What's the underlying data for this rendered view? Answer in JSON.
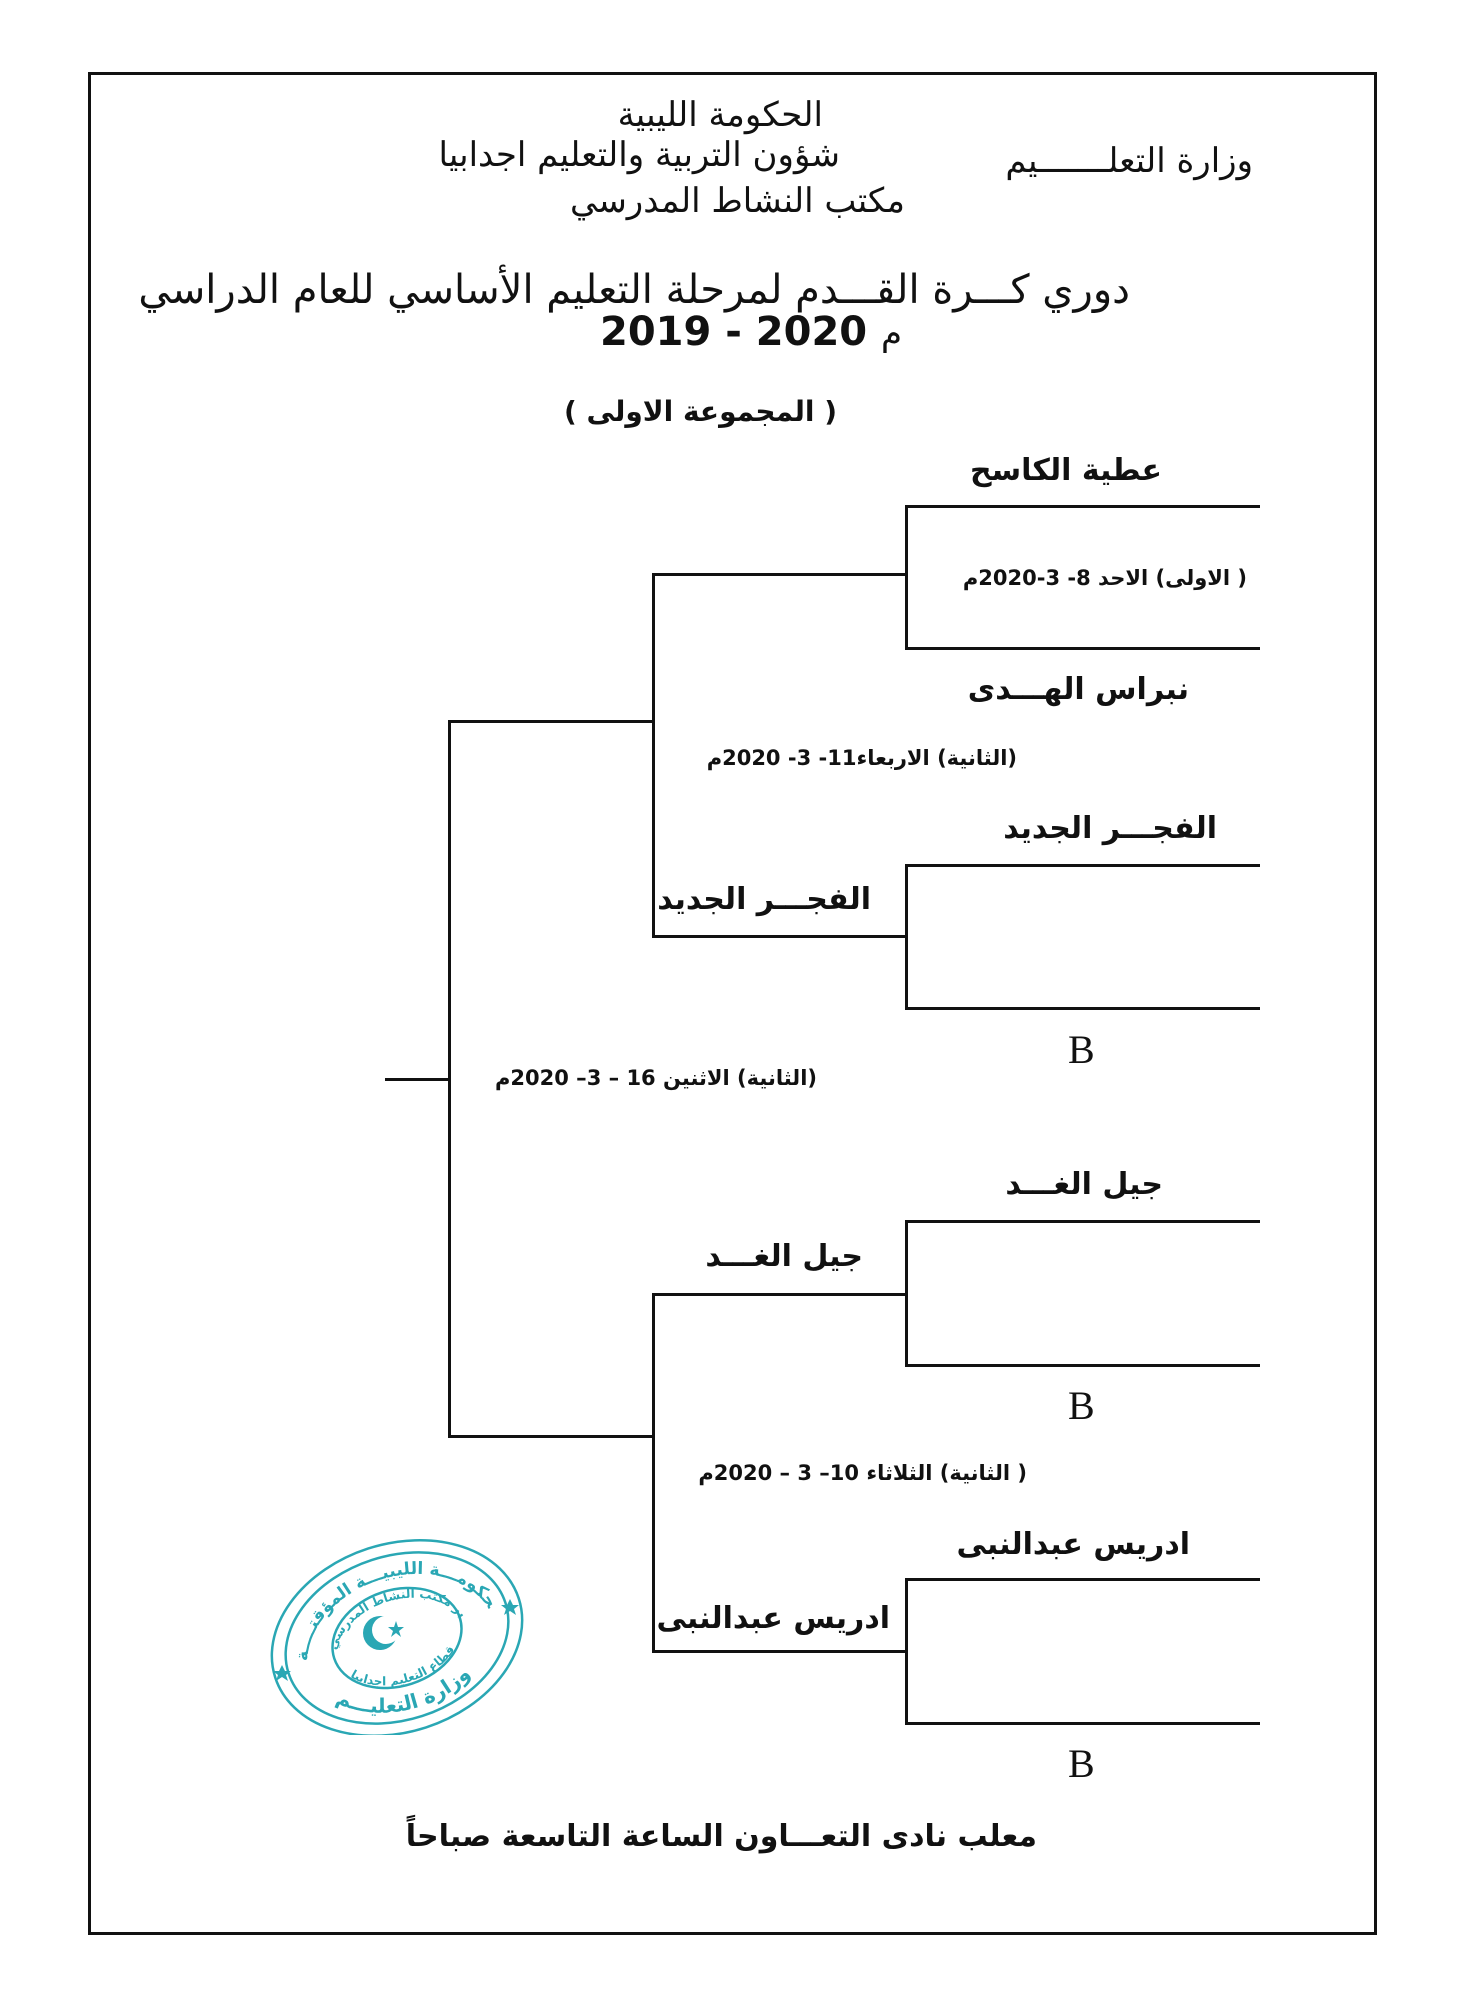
{
  "header": {
    "government": "الحكومة الليبية",
    "ministry": "وزارة التعلـــــــيم",
    "office_affairs": "شؤون التربية والتعليم اجدابيا",
    "activity_office": "مكتب النشاط المدرسي"
  },
  "title": {
    "line1": "دوري كـــرة القـــدم لمرحلة التعليم الأساسي للعام الدراسي",
    "year": "2019 - 2020",
    "year_suffix": "م"
  },
  "group": "( المجموعة الاولى )",
  "bracket": {
    "r1_top_team_a": "عطية الكاسح",
    "r1_top_date": "( الاولى) الاحد 8-  3-2020م",
    "r1_top_team_b": "نبراس الهـــدى",
    "r2_top_date": "(الثانية) الاربعاء11- 3- 2020م",
    "r1_second_team_a": "الفجـــر الجديد",
    "r2_top_winner": "الفجـــر الجديد",
    "bye": "B",
    "final_date": "(الثانية) الاثنين 16 – 3– 2020م",
    "r1_third_team_a": "جيل الغـــد",
    "r2_bottom_winner": "جيل الغـــد",
    "r2_bottom_date": "( الثانية) الثلاثاء 10– 3 – 2020م",
    "r1_fourth_team_a": "ادريس عبدالنبى",
    "r2_bottom_second": "ادريس عبدالنبى"
  },
  "footer": "معلب نادى التعـــاون الساعة التاسعة صباحاً",
  "stamp": {
    "outer_text": "الحكومـــة الليبيـــة المؤقتــــة",
    "inner_text": "مدير مكتب النشاط المدرسي",
    "lower_text": "قطاع التعليم اجدابيا",
    "bottom_text": "وزارة التعليـــم",
    "color": "#2aa7b4"
  }
}
